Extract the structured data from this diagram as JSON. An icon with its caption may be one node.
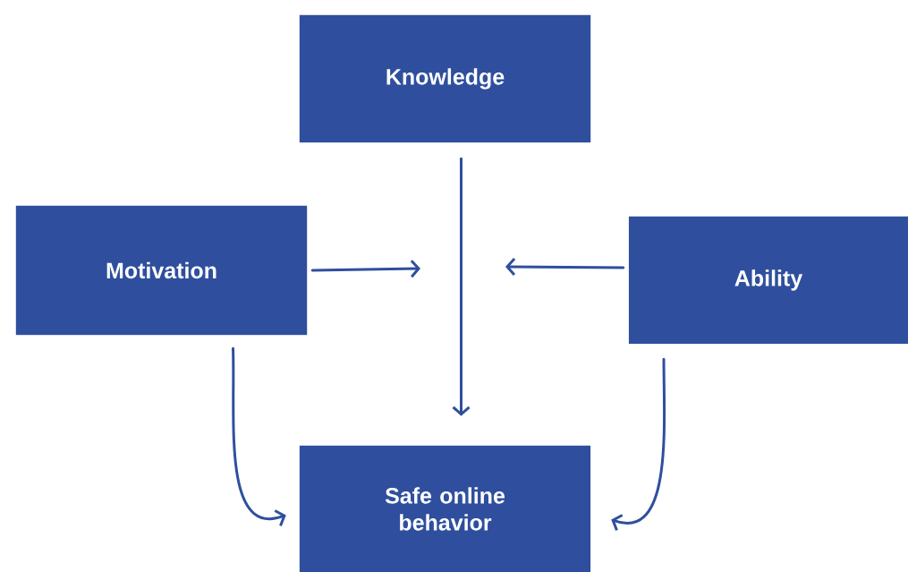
{
  "diagram": {
    "nodes": [
      {
        "text": [
          "Knowledge"
        ]
      },
      {
        "text": [
          "Motivation"
        ]
      },
      {
        "text": [
          "Ability"
        ]
      },
      {
        "text": [
          "Safe online behavior"
        ]
      }
    ],
    "edges": [
      {
        "from": 0,
        "to": 3,
        "arrow": "to"
      },
      {
        "from": 1,
        "to": null,
        "arrow": "to"
      },
      {
        "from": 2,
        "to": null,
        "arrow": "to"
      },
      {
        "from": 1,
        "to": 3,
        "arrow": "to"
      },
      {
        "from": 2,
        "to": 3,
        "arrow": "to"
      }
    ]
  }
}
